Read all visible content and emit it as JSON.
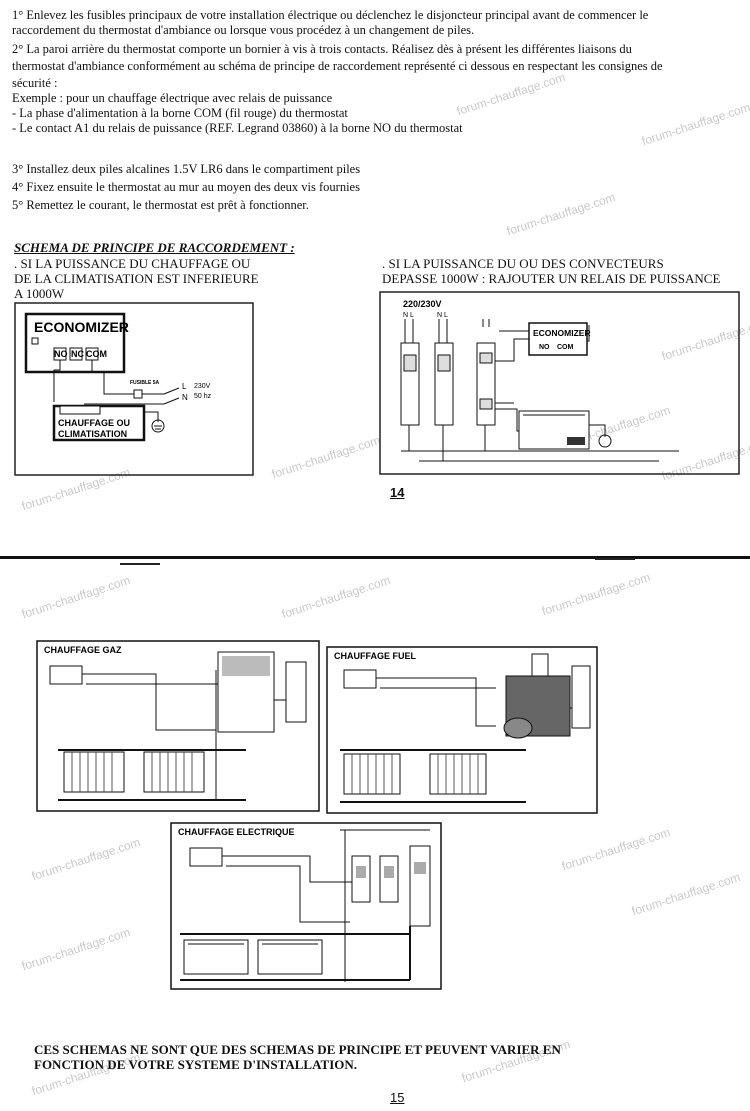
{
  "watermark": "forum-chauffage.com",
  "page14": {
    "instructions": [
      " 1° Enlevez les fusibles principaux de votre installation électrique ou déclenchez le disjoncteur principal avant de commencer le",
      "raccordement du thermostat d'ambiance ou lorsque vous procédez à un changement de piles.",
      "2° La paroi arrière du thermostat comporte un bornier à vis à trois contacts. Réalisez dès à présent les différentes liaisons du",
      "thermostat d'ambiance conformément au schéma de principe de raccordement représenté ci dessous en respectant les consignes de",
      "sécurité :",
      "Exemple : pour un chauffage électrique avec relais de puissance",
      "- La phase d'alimentation à la borne COM (fil rouge) du thermostat",
      "- Le contact A1 du relais de puissance (REF. Legrand 03860) à la borne NO du thermostat"
    ],
    "steps": [
      "3° Installez deux piles alcalines 1.5V LR6 dans le compartiment piles",
      "4°  Fixez ensuite le thermostat au mur au moyen des deux vis fournies",
      "5° Remettez le courant, le thermostat est prêt à fonctionner."
    ],
    "schema_title": "SCHEMA DE PRINCIPE DE RACCORDEMENT :",
    "left_case": [
      ". SI LA PUISSANCE DU CHAUFFAGE OU",
      "DE LA CLIMATISATION EST INFERIEURE",
      "A 1000W"
    ],
    "right_case": [
      ". SI LA PUISSANCE DU OU DES CONVECTEURS",
      "DEPASSE 1000W : RAJOUTER UN RELAIS DE PUISSANCE"
    ],
    "left_diagram": {
      "economizer": "ECONOMIZER",
      "terminals": [
        "NO",
        "NC",
        "COM"
      ],
      "fuse": "FUSIBLE 5A",
      "mains": [
        "230V",
        "50 hz"
      ],
      "phase": "L",
      "neutral": "N",
      "heater": [
        "CHAUFFAGE OU",
        "CLIMATISATION"
      ]
    },
    "right_diagram": {
      "voltage": "220/230V",
      "economizer": "ECONOMIZER",
      "terminals": [
        "NO",
        "COM"
      ]
    },
    "page_number": "14"
  },
  "page15": {
    "diagrams": {
      "gaz": "CHAUFFAGE GAZ",
      "fuel": "CHAUFFAGE FUEL",
      "electrique": "CHAUFFAGE ELECTRIQUE"
    },
    "note": [
      "CES SCHEMAS NE SONT QUE DES SCHEMAS DE PRINCIPE ET PEUVENT VARIER EN",
      "FONCTION DE VOTRE SYSTEME D'INSTALLATION."
    ],
    "page_number": "15"
  }
}
